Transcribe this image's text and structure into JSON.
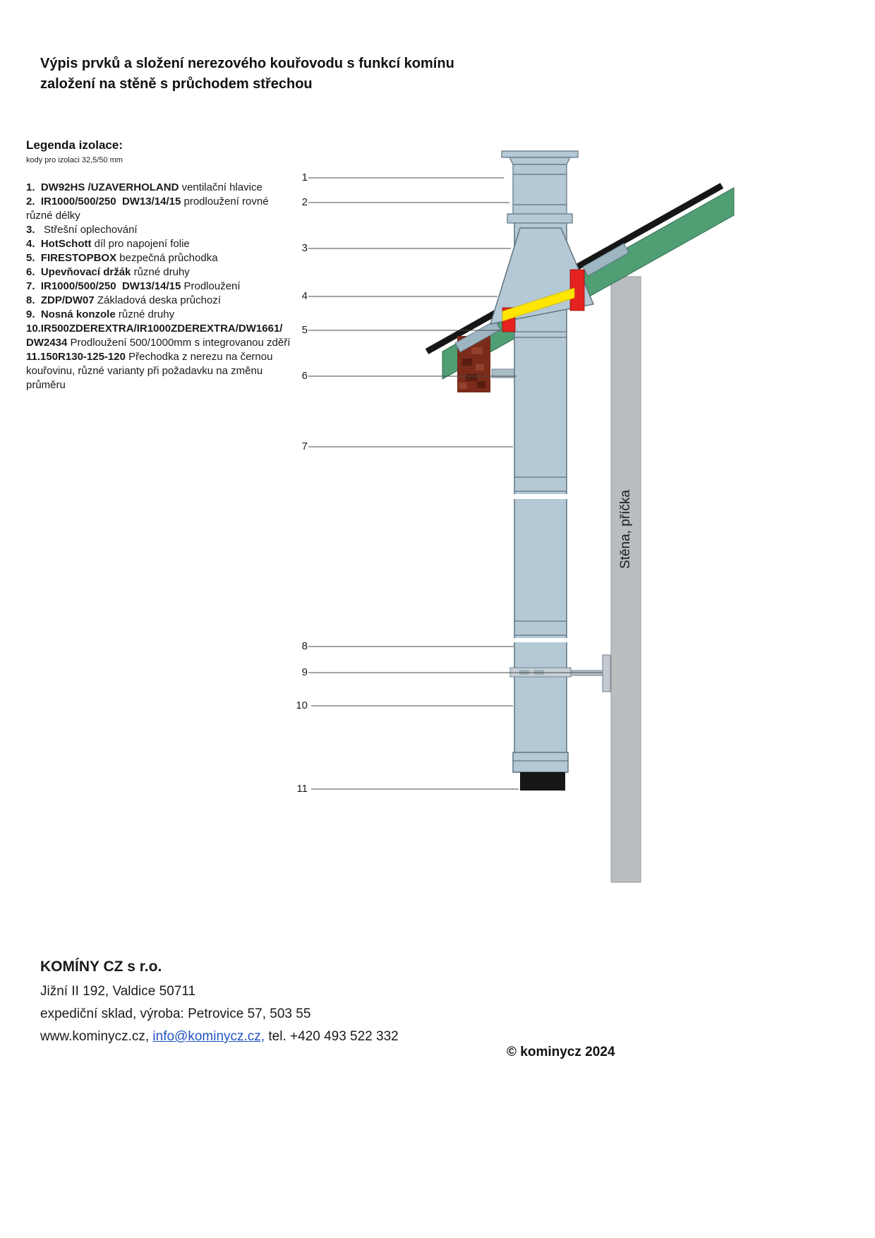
{
  "title": {
    "line1": "Výpis prvků a složení nerezového kouřovodu s funkcí komínu",
    "line2": "založení na stěně s průchodem střechou"
  },
  "legend": {
    "heading": "Legenda izolace:",
    "subheading": "kody pro izolaci 32,5/50 mm",
    "items": [
      {
        "bold": "1.  DW92HS /UZAVERHOLAND",
        "rest": " ventilační hlavice"
      },
      {
        "bold": "2.  IR1000/500/250  DW13/14/15",
        "rest": " prodloužení rovné různé délky"
      },
      {
        "bold": "3.",
        "rest": "   Střešní oplechování"
      },
      {
        "bold": "4.  HotSchott",
        "rest": " díl pro napojení folie"
      },
      {
        "bold": "5.  FIRESTOPBOX",
        "rest": " bezpečná průchodka"
      },
      {
        "bold": "6.  Upevňovací držák",
        "rest": " různé druhy"
      },
      {
        "bold": "7.  IR1000/500/250  DW13/14/15",
        "rest": " Prodloužení"
      },
      {
        "bold": "8.  ZDP/DW07",
        "rest": " Základová deska průchozí"
      },
      {
        "bold": "9.  Nosná konzole",
        "rest": " různé druhy"
      },
      {
        "bold": "10.IR500ZDEREXTRA/IR1000ZDEREXTRA/DW1661/​DW2434",
        "rest": " Prodloužení 500/1000mm s integrovanou zděří"
      },
      {
        "bold": "11.150R130-125-120",
        "rest": " Přechodka z nerezu na černou kouřovinu, různé varianty při požadavku na změnu průměru"
      }
    ]
  },
  "diagram": {
    "wall_label": "Stěna, příčka",
    "callouts": [
      {
        "num": "1"
      },
      {
        "num": "2"
      },
      {
        "num": "3"
      },
      {
        "num": "4"
      },
      {
        "num": "5"
      },
      {
        "num": "6"
      },
      {
        "num": "7"
      },
      {
        "num": "8"
      },
      {
        "num": "9"
      },
      {
        "num": "10"
      },
      {
        "num": "11"
      }
    ],
    "colors": {
      "pipe": "#b4c9d5",
      "roof": "#4f9e74",
      "roof_edge": "#161616",
      "firestop": "#e42320",
      "seal": "#ffe502",
      "wall": "#b9bdbf",
      "brick": "#7a2b1a"
    }
  },
  "footer": {
    "company": "KOMÍNY CZ s r.o.",
    "address1": "Jižní II 192, Valdice 50711",
    "address2": "expediční sklad, výroba: Petrovice 57, 503 55",
    "web_prefix": "www.kominycz.cz, ",
    "email": "info@kominycz.cz,",
    "phone_suffix": " tel. +420 493 522 332",
    "copyright": "© kominycz 2024"
  }
}
